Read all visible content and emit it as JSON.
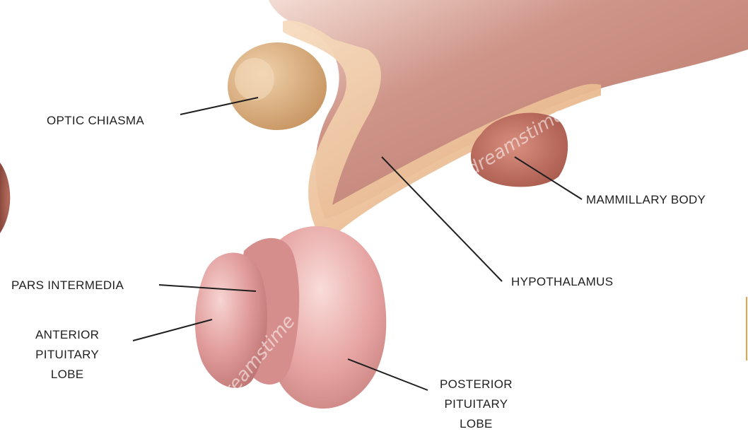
{
  "labels": {
    "optic_chiasma": "OPTIC CHIASMA",
    "mammillary_body": "MAMMILLARY BODY",
    "hypothalamus": "HYPOTHALAMUS",
    "pars_intermedia": "PARS INTERMEDIA",
    "anterior_lobe": [
      "ANTERIOR",
      "PITUITARY",
      "LOBE"
    ],
    "posterior_lobe": [
      "POSTERIOR",
      "PITUITARY",
      "LOBE"
    ]
  },
  "watermark": {
    "text": "dreamstime"
  },
  "colors": {
    "hypothalamus": "#c98a80",
    "stalk_band": "#e9b383",
    "optic_chiasma": "#d4a274",
    "mammillary": "#b9675c",
    "anterior_lobe": "#d98f8f",
    "posterior_lobe": "#e3a0a0",
    "leader_line": "#1f1f1f"
  }
}
